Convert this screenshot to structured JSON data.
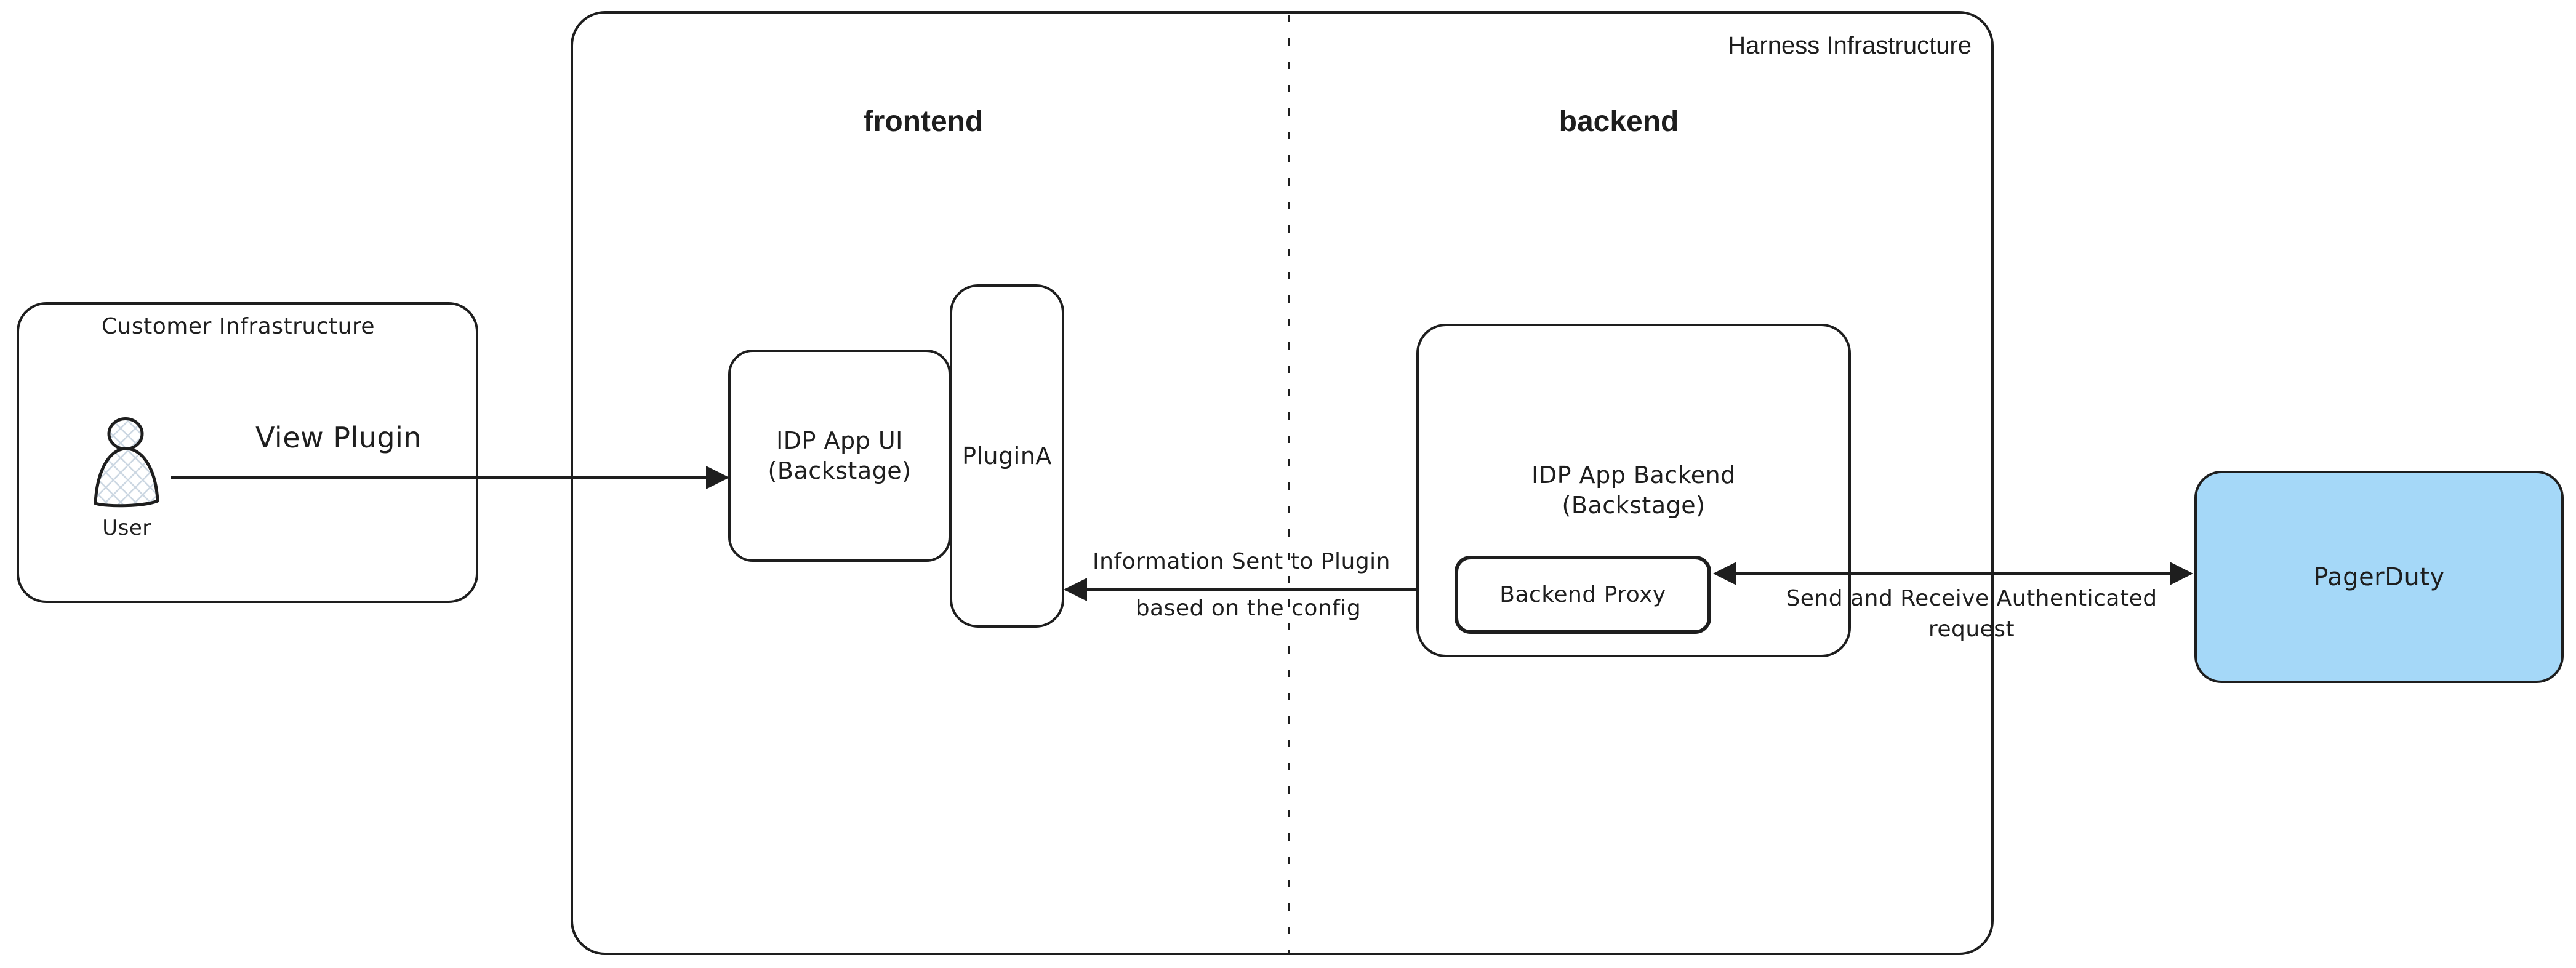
{
  "diagram": {
    "harness": {
      "label": "Harness Infrastructure",
      "frontend_label": "frontend",
      "backend_label": "backend"
    },
    "customer": {
      "label": "Customer Infrastructure",
      "user_label": "User"
    },
    "nodes": {
      "idp_app_ui": {
        "line1": "IDP App UI",
        "line2": "(Backstage)"
      },
      "plugin_a": {
        "label": "PluginA"
      },
      "idp_app_backend": {
        "line1": "IDP App Backend",
        "line2": "(Backstage)"
      },
      "backend_proxy": {
        "label": "Backend Proxy"
      },
      "pagerduty": {
        "label": "PagerDuty",
        "fill_color": "#a5d8f8"
      }
    },
    "edges": {
      "view_plugin": {
        "label": "View Plugin"
      },
      "info_sent": {
        "line1": "Information Sent to Plugin",
        "line2": "based on the config"
      },
      "auth_request": {
        "line1": "Send and Receive Authenticated",
        "line2": "request"
      }
    },
    "colors": {
      "ink": "#1e1e1e",
      "pagerduty_fill": "#a5d8f8"
    }
  }
}
